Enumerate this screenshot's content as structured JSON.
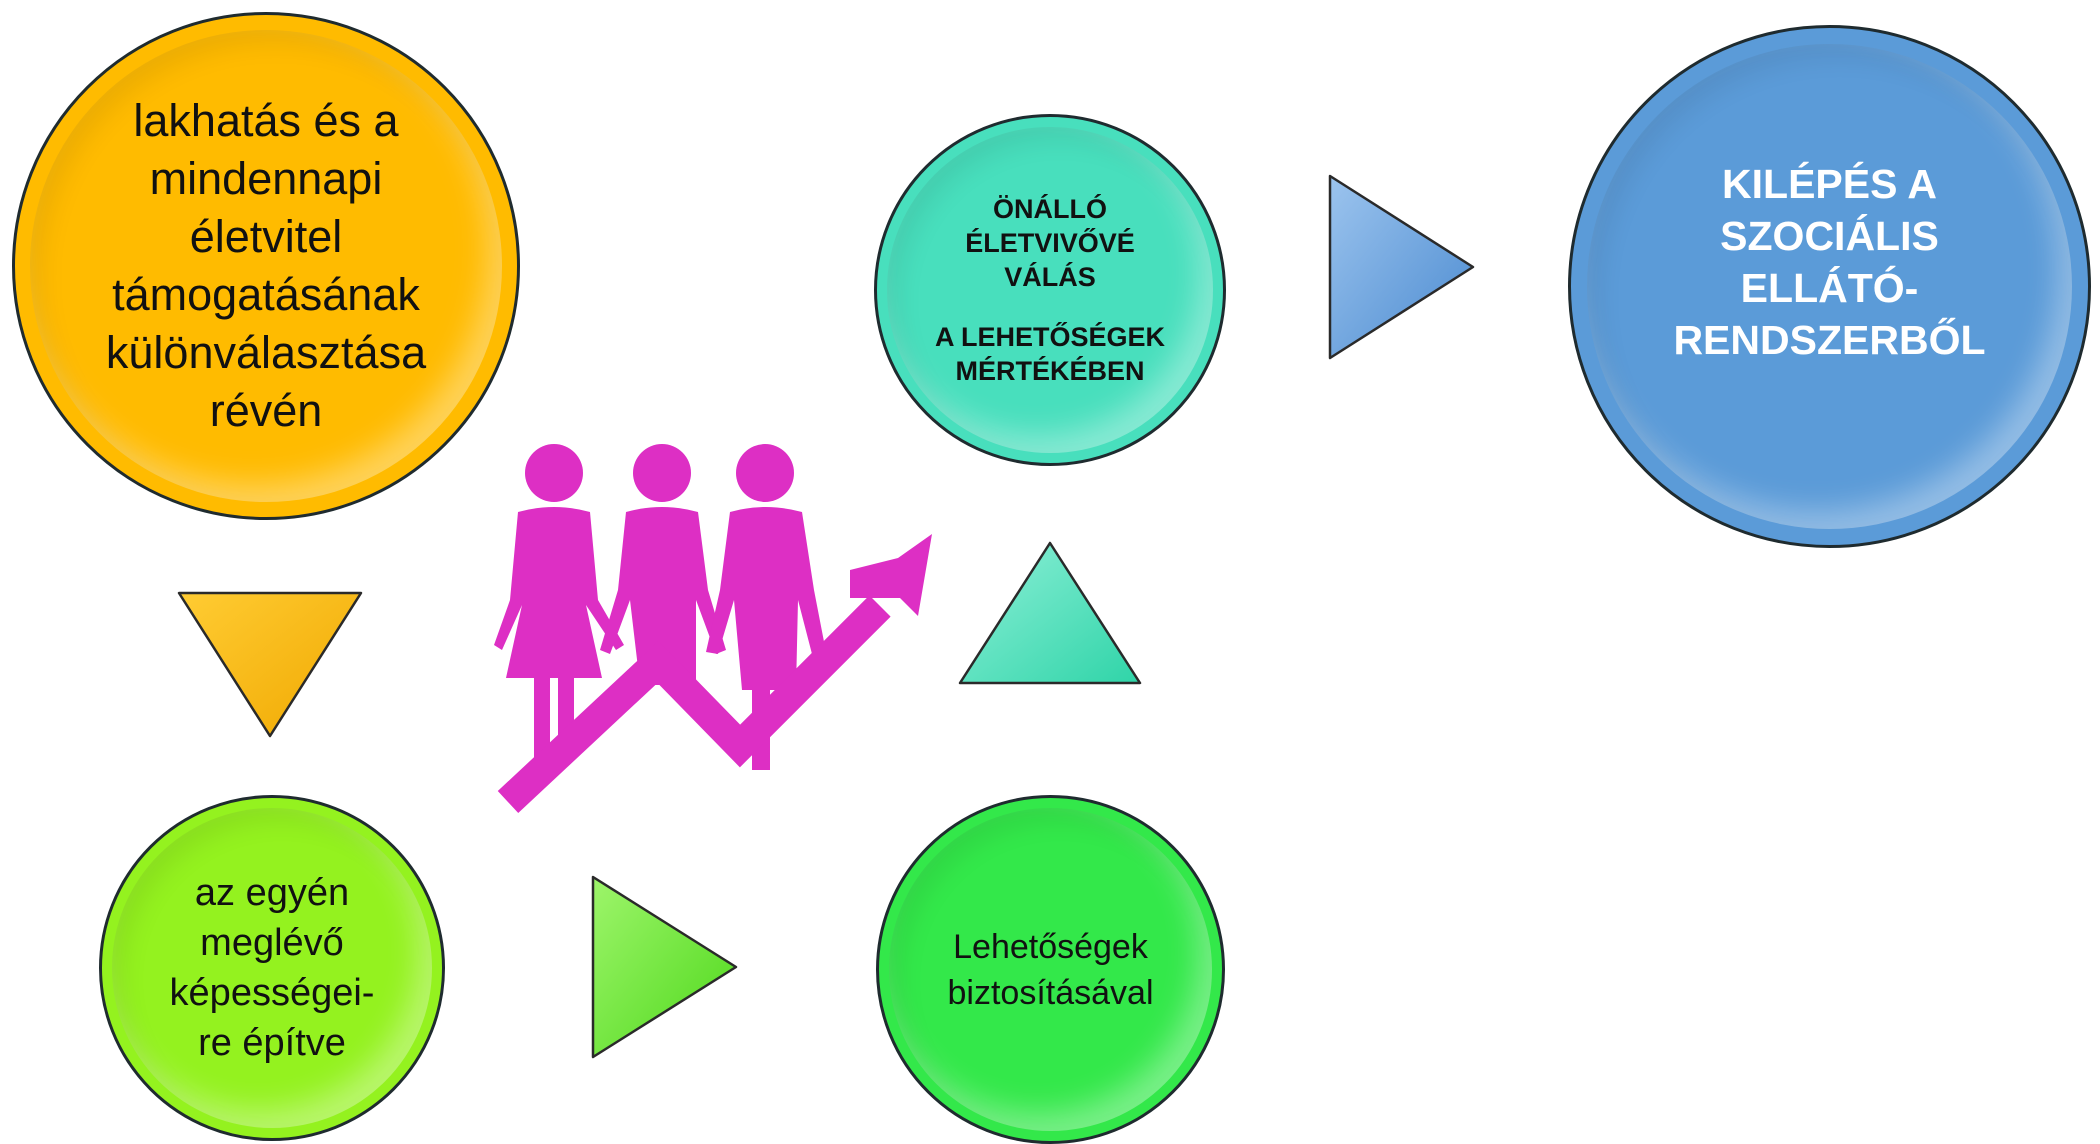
{
  "nodes": {
    "housing": {
      "lines": [
        "lakhatás és a",
        "mindennapi",
        "életvitel",
        "támogatásának",
        "különválasztása",
        "révén"
      ],
      "color": "#ffbb00"
    },
    "ability": {
      "lines": [
        "az egyén",
        "meglévő",
        "képességei-",
        "re építve"
      ],
      "color": "#94f21f"
    },
    "opportunities": {
      "lines": [
        "Lehetőségek",
        "biztosításával"
      ],
      "color": "#33e84a"
    },
    "independent": {
      "lines_top": [
        "ÖNÁLLÓ",
        "ÉLETVIVŐVÉ",
        "VÁLÁS"
      ],
      "lines_bottom": [
        "A LEHETŐSÉGEK",
        "MÉRTÉKÉBEN"
      ],
      "color": "#48dfbd"
    },
    "exit": {
      "lines": [
        "KILÉPÉS A",
        "SZOCIÁLIS",
        "ELLÁTÓ-",
        "RENDSZERBŐL"
      ],
      "color": "#5b9bd8"
    }
  },
  "arrows": {
    "down": {
      "color": "#ffbb00",
      "direction": "down"
    },
    "right_green": {
      "color": "#68e31c",
      "direction": "right"
    },
    "up_teal": {
      "color": "#48dfbd",
      "direction": "up"
    },
    "right_blue": {
      "color": "#5b9bd8",
      "direction": "right"
    }
  },
  "icon": {
    "name": "people-growth-icon",
    "color": "#dd2fc4"
  }
}
